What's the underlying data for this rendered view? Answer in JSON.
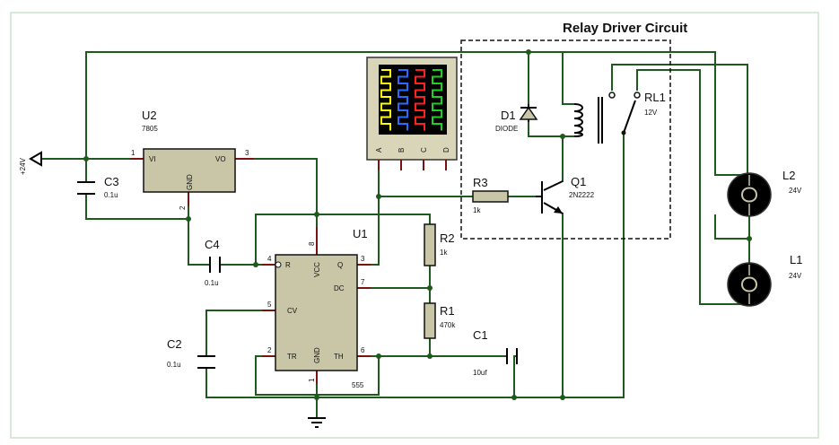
{
  "title": "Relay Driver Circuit",
  "supply": {
    "label": "+24V"
  },
  "components": {
    "u2": {
      "ref": "U2",
      "value": "7805",
      "pins": {
        "in": "VI",
        "out": "VO",
        "gnd": "GND"
      },
      "pin_numbers": [
        "1",
        "3",
        "2"
      ]
    },
    "u1": {
      "ref": "U1",
      "value": "555",
      "pins": {
        "r": "R",
        "vcc": "VCC",
        "q": "Q",
        "dc": "DC",
        "cv": "CV",
        "tr": "TR",
        "gnd": "GND",
        "th": "TH"
      },
      "pin_numbers": [
        "4",
        "8",
        "3",
        "7",
        "5",
        "2",
        "1",
        "6"
      ]
    },
    "c3": {
      "ref": "C3",
      "value": "0.1u"
    },
    "c4": {
      "ref": "C4",
      "value": "0.1u"
    },
    "c2": {
      "ref": "C2",
      "value": "0.1u"
    },
    "c1": {
      "ref": "C1",
      "value": "10uf"
    },
    "r1": {
      "ref": "R1",
      "value": "470k"
    },
    "r2": {
      "ref": "R2",
      "value": "1k"
    },
    "r3": {
      "ref": "R3",
      "value": "1k"
    },
    "d1": {
      "ref": "D1",
      "value": "DIODE"
    },
    "q1": {
      "ref": "Q1",
      "value": "2N2222"
    },
    "rl1": {
      "ref": "RL1",
      "value": "12V"
    },
    "l1": {
      "ref": "L1",
      "value": "24V"
    },
    "l2": {
      "ref": "L2",
      "value": "24V"
    }
  },
  "oscilloscope": {
    "channels": [
      "A",
      "B",
      "C",
      "D"
    ],
    "trace_colors": [
      "#ffff00",
      "#2a6bff",
      "#ff2020",
      "#20d020"
    ]
  },
  "colors": {
    "wire": "#1e5a1e",
    "pin": "#7a1212",
    "chip_fill": "#c8c6a7",
    "scope_frame": "#d9d5b8"
  }
}
